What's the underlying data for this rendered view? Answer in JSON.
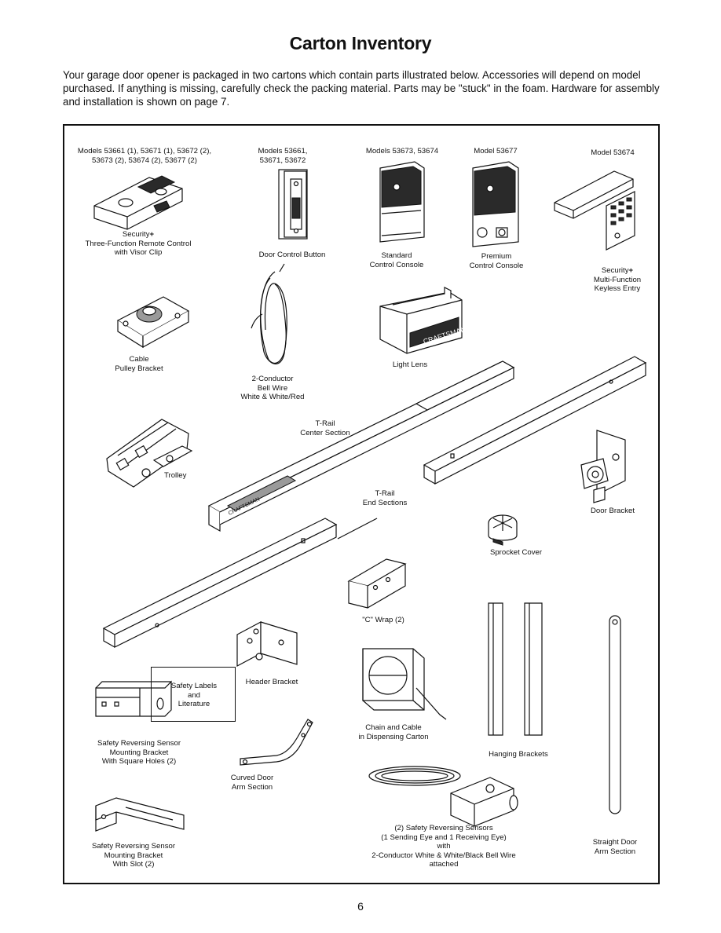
{
  "page": {
    "title": "Carton Inventory",
    "intro": "Your garage door opener is packaged in two cartons which contain parts illustrated below. Accessories will depend on model purchased. If anything is missing, carefully check the packing material. Parts may be \"stuck\" in the foam. Hardware for assembly and installation is shown on page 7.",
    "page_number": "6"
  },
  "models": {
    "remote": {
      "line1": "Models 53661 (1), 53671 (1), 53672 (2),",
      "line2": "53673 (2), 53674 (2), 53677 (2)"
    },
    "door_button": {
      "line1": "Models 53661,",
      "line2": "53671, 53672"
    },
    "standard_console": "Models 53673, 53674",
    "premium_console": "Model 53677",
    "keyless": "Model 53674"
  },
  "parts": {
    "remote": {
      "line1": "Security",
      "plus": "+",
      "line2": "Three-Function Remote Control",
      "line3": "with Visor Clip"
    },
    "door_button": "Door Control Button",
    "standard_console": {
      "line1": "Standard",
      "line2": "Control Console"
    },
    "premium_console": {
      "line1": "Premium",
      "line2": "Control Console"
    },
    "keyless": {
      "line1": "Security",
      "plus": "+",
      "line2": "Multi-Function",
      "line3": "Keyless Entry"
    },
    "cable_pulley": {
      "line1": "Cable",
      "line2": "Pulley Bracket"
    },
    "bell_wire": {
      "line1": "2-Conductor",
      "line2": "Bell Wire",
      "line3": "White & White/Red"
    },
    "light_lens": "Light Lens",
    "trolley": "Trolley",
    "t_rail_center": {
      "line1": "T-Rail",
      "line2": "Center Section"
    },
    "t_rail_end": {
      "line1": "T-Rail",
      "line2": "End Sections"
    },
    "door_bracket": "Door Bracket",
    "sprocket_cover": "Sprocket Cover",
    "c_wrap": "\"C\" Wrap (2)",
    "header_bracket": "Header Bracket",
    "chain_cable": {
      "line1": "Chain and Cable",
      "line2": "in Dispensing Carton"
    },
    "hanging_brackets": "Hanging Brackets",
    "square_bracket": {
      "line1": "Safety Reversing Sensor",
      "line2": "Mounting Bracket",
      "line3": "With Square Holes (2)"
    },
    "curved_arm": {
      "line1": "Curved Door",
      "line2": "Arm Section"
    },
    "slot_bracket": {
      "line1": "Safety Reversing Sensor",
      "line2": "Mounting Bracket",
      "line3": "With Slot (2)"
    },
    "safety_labels": {
      "line1": "Safety Labels",
      "line2": "and",
      "line3": "Literature"
    },
    "sensors": {
      "line1": "(2) Safety Reversing Sensors",
      "line2": "(1 Sending Eye and 1 Receiving Eye)",
      "line3": "with",
      "line4": "2-Conductor White & White/Black Bell Wire",
      "line5": "attached"
    },
    "straight_arm": {
      "line1": "Straight Door",
      "line2": "Arm Section"
    }
  },
  "artwork": {
    "lens_brand_text": "CRAFTSMAN",
    "rail_brand_text": "CRAFTSMAN"
  }
}
